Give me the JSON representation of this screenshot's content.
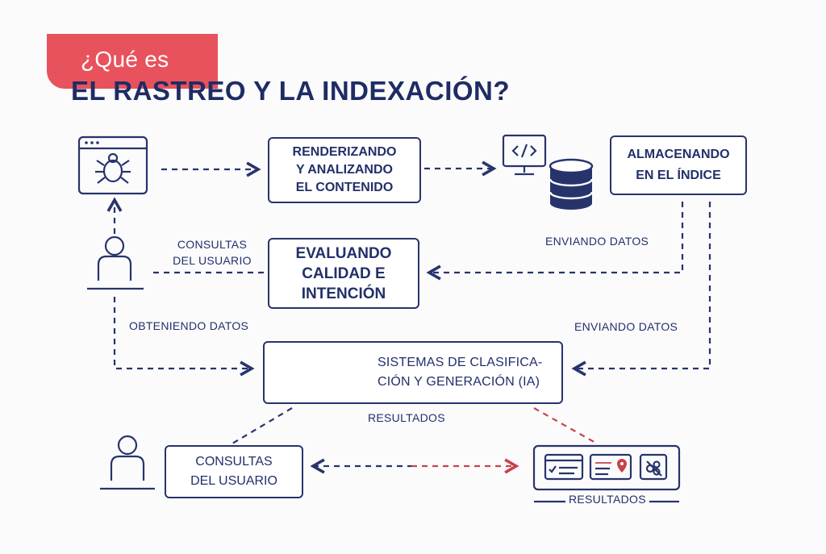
{
  "title": {
    "kicker": "¿Qué es",
    "main": "EL RASTREO Y LA INDEXACIÓN?"
  },
  "nodes": {
    "render": "RENDERIZANDO\nY ANALIZANDO\nEL CONTENIDO",
    "store": "ALMACENANDO\nEN EL ÍNDICE",
    "evaluate": "EVALUANDO\nCALIDAD E\nINTENCIÓN",
    "ranking": "SISTEMAS DE CLASIFICA-\nCIÓN Y GENERACIÓN (IA)",
    "user_queries_box": "CONSULTAS\nDEL USUARIO"
  },
  "labels": {
    "user_queries": "CONSULTAS\nDEL USUARIO",
    "sending_data_1": "ENVIANDO DATOS",
    "sending_data_2": "ENVIANDO DATOS",
    "obtaining_data": "OBTENIENDO DATOS",
    "results_1": "RESULTADOS",
    "results_2": "RESULTADOS"
  },
  "icons": {
    "crawler": "browser-bug-icon",
    "code_screen": "code-monitor-icon",
    "database": "database-icon",
    "user_top": "user-laptop-icon",
    "user_bottom": "user-laptop-icon",
    "ranking_monitor": "checklist-monitor-icon",
    "ranking_map": "map-pin-card-icon",
    "results_list": "checklist-card-icon",
    "results_map": "map-pin-card-icon",
    "results_image": "image-card-icon"
  },
  "colors": {
    "primary": "#27346c",
    "accent_red": "#e8525c",
    "arrow_red": "#c8424b",
    "background": "#fbfbfc"
  }
}
